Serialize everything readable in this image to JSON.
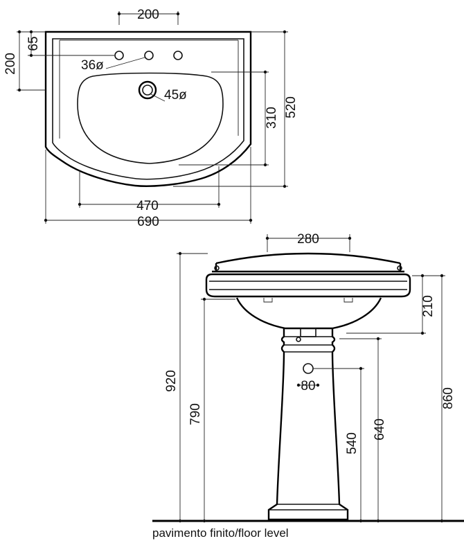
{
  "top_view": {
    "dim_tap_spacing": "200",
    "dim_rim_depth": "65",
    "dim_tap_offset": "200",
    "dim_tap_hole": "36ø",
    "dim_waste_hole": "45ø",
    "dim_bowl_depth": "310",
    "dim_total_depth": "520",
    "dim_bowl_width": "470",
    "dim_total_width": "690"
  },
  "side_view": {
    "dim_top_width": "280",
    "dim_rim_thickness": "210",
    "dim_overall_height": "920",
    "dim_rim_underside": "790",
    "dim_drain_spacing": "80",
    "dim_drain_height": "540",
    "dim_pedestal_neck": "640",
    "dim_rim_top_height": "860"
  },
  "floor_label": "pavimento finito/floor level"
}
